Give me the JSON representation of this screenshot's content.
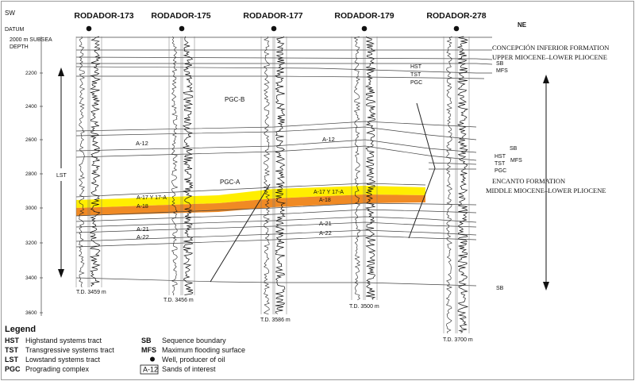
{
  "wells": [
    {
      "name": "RODADOR-173",
      "td": "T.D. 3459 m"
    },
    {
      "name": "RODADOR-175",
      "td": "T.D. 3456 m"
    },
    {
      "name": "RODADOR-177",
      "td": "T.D. 3586 m"
    },
    {
      "name": "RODADOR-179",
      "td": "T.D. 3500 m"
    },
    {
      "name": "RODADOR-278",
      "td": "T.D. 3700 m"
    }
  ],
  "direction": {
    "left": "SW",
    "right": "NE"
  },
  "datum": {
    "line1": "DATUM",
    "line2": "2000 m SUBSEA",
    "line3": "DEPTH"
  },
  "depth_ticks": [
    "2200",
    "2400",
    "2600",
    "2800",
    "3000",
    "3200",
    "3400",
    "3600"
  ],
  "sands": [
    "A-12",
    "A-17 Y 17-A",
    "A-18",
    "A-21",
    "A-22"
  ],
  "complexes": [
    "PGC-B",
    "PGC-A"
  ],
  "tract_labels": {
    "upper": [
      "HST",
      "TST",
      "PGC"
    ],
    "right_top": [
      "SB",
      "MFS"
    ],
    "right_mid": [
      "SB",
      "HST",
      "TST",
      "PGC",
      "MFS"
    ],
    "bottom_sb": "SB",
    "lst": "LST"
  },
  "formations": {
    "upper_1": "CONCEPCIÓN INFERIOR FORMATION",
    "upper_2": "UPPER MIOCENE–LOWER PLIOCENE",
    "lower_1": "ENCANTO FORMATION",
    "lower_2": "MIDDLE MIOCENE–LOWER PLIOCENE"
  },
  "legend": {
    "title": "Legend",
    "items": [
      {
        "abbr": "HST",
        "desc": "Highstand systems tract"
      },
      {
        "abbr": "TST",
        "desc": "Transgressive systems tract"
      },
      {
        "abbr": "LST",
        "desc": "Lowstand systems tract"
      },
      {
        "abbr": "PGC",
        "desc": "Prograding complex"
      },
      {
        "abbr": "SB",
        "desc": "Sequence boundary"
      },
      {
        "abbr": "MFS",
        "desc": "Maximum flooding surface"
      },
      {
        "abbr": "",
        "desc": "Well, producer of oil"
      },
      {
        "abbr": "A-12",
        "desc": "Sands of interest"
      }
    ]
  },
  "colors": {
    "yellow_sand": "#ffee00",
    "orange_sand": "#f08a24",
    "line": "#333333"
  }
}
